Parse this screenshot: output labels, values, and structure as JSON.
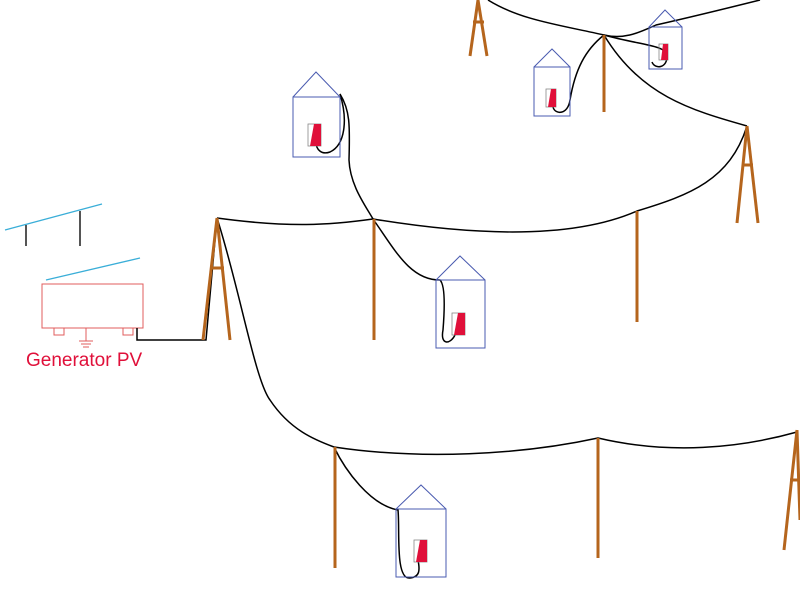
{
  "generator": {
    "label": "Generator PV"
  },
  "colors": {
    "wire": "#000000",
    "pole": "#b5651d",
    "house": "#4a5bb0",
    "meter": "#e0103a",
    "generator": "#e05c5c",
    "label": "#e0103a",
    "panel": "#3aaed8",
    "panel_support": "#555555",
    "ground": "#e05c5c"
  },
  "icons": {
    "solar_panel": "solar-panel-icon",
    "generator": "generator-icon",
    "house": "house-icon",
    "meter": "electric-meter-icon",
    "pole": "utility-pole-icon",
    "tower": "a-frame-tower-icon",
    "ground": "ground-icon"
  },
  "poles": [
    {
      "id": "tower-1",
      "kind": "a-frame"
    },
    {
      "id": "pole-1",
      "kind": "pole"
    },
    {
      "id": "pole-2",
      "kind": "pole"
    },
    {
      "id": "tower-2",
      "kind": "a-frame"
    },
    {
      "id": "pole-3",
      "kind": "pole"
    },
    {
      "id": "tower-3",
      "kind": "a-frame"
    },
    {
      "id": "pole-4",
      "kind": "pole"
    },
    {
      "id": "pole-5",
      "kind": "pole"
    },
    {
      "id": "tower-4",
      "kind": "a-frame"
    }
  ],
  "houses": [
    {
      "id": "house-1"
    },
    {
      "id": "house-2"
    },
    {
      "id": "house-3"
    },
    {
      "id": "house-4"
    },
    {
      "id": "house-5"
    }
  ]
}
